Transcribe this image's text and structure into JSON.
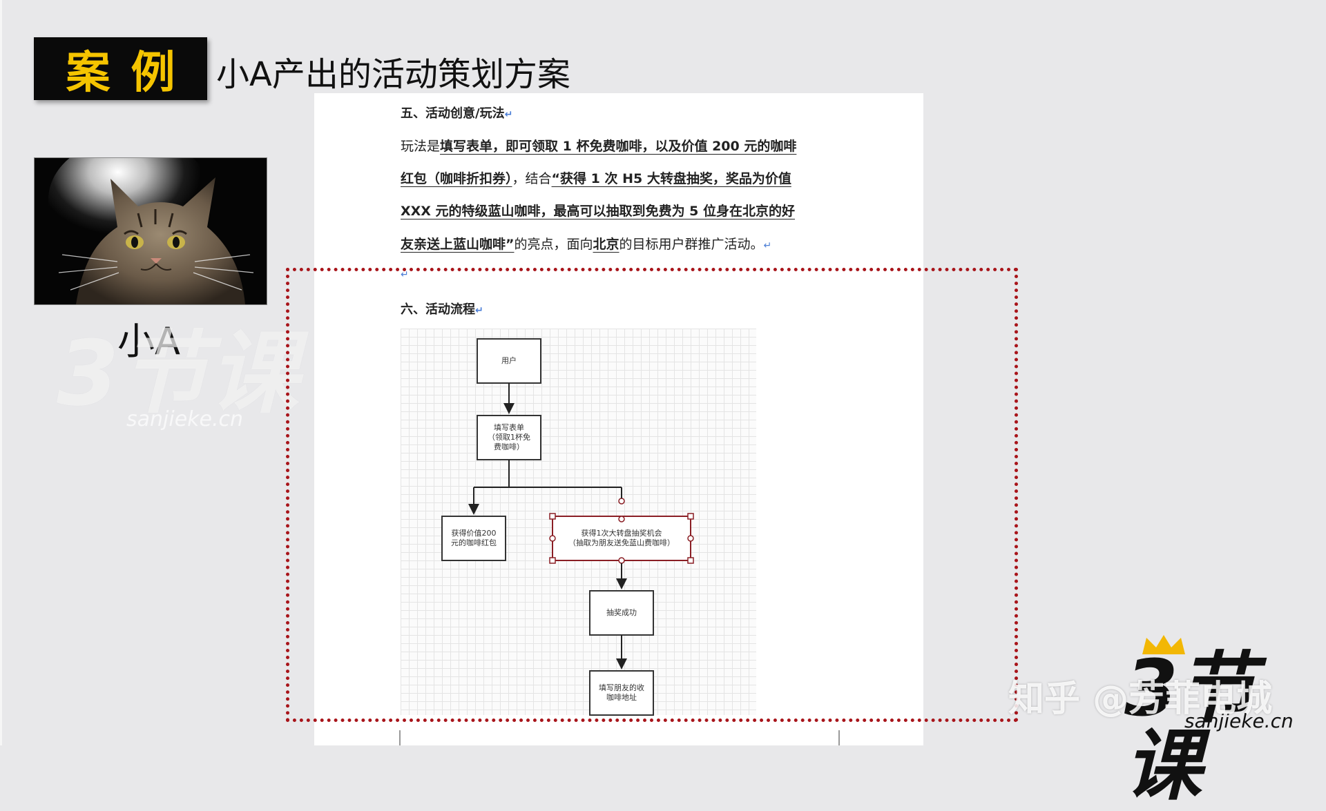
{
  "header": {
    "badge": "案例",
    "title": "小A产出的活动策划方案"
  },
  "profile": {
    "name": "小A"
  },
  "document": {
    "section5_heading": "五、活动创意/玩法",
    "section5_lines": [
      [
        "玩法是",
        "填写表单，即可领取 1 杯免费咖啡，以及价值 200 元的咖啡",
        ""
      ],
      [
        "",
        "红包（咖啡折扣券）",
        "，结合"
      ],
      [
        "",
        "“获得 1 次 H5 大转盘抽奖，奖品为价值",
        ""
      ],
      [
        "",
        "XXX 元的特级蓝山咖啡，最高可以抽取到免费为 5 位身在北京的好",
        ""
      ],
      [
        "",
        "友亲送上蓝山咖啡”",
        "的亮点，面向"
      ]
    ],
    "section5_tail_place": "北京",
    "section5_tail_end": "的目标用户群推广活动。",
    "section6_heading": "六、活动流程",
    "return_mark": "↵"
  },
  "flowchart": {
    "nodes": [
      {
        "id": "user",
        "label": "用户"
      },
      {
        "id": "form",
        "label": "填写表单\n（领取1杯免\n费咖啡）"
      },
      {
        "id": "redpacket",
        "label": "获得价值200\n元的咖啡红包"
      },
      {
        "id": "lottery",
        "label": "获得1次大转盘抽奖机会\n（抽取为朋友送免蓝山费咖啡）"
      },
      {
        "id": "win",
        "label": "抽奖成功"
      },
      {
        "id": "address",
        "label": "填写朋友的收\n咖啡地址"
      }
    ]
  },
  "watermarks": {
    "left_logo": "3节课",
    "left_url": "sanjieke.cn",
    "zhihu": "知乎 @芳菲电城",
    "right_logo": "3节课",
    "right_url": "sanjieke.cn"
  },
  "colors": {
    "badge_bg": "#0a0a0a",
    "badge_text": "#f5c400",
    "highlight": "#a8141a",
    "return_mark": "#4a7dd6",
    "crown": "#f2b705"
  }
}
